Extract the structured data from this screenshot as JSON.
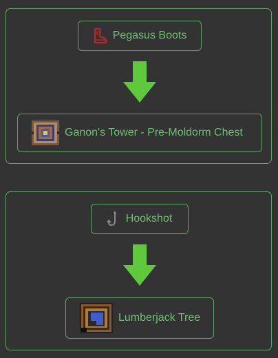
{
  "colors": {
    "background": "#333333",
    "accent_green": "#6fbf73",
    "border_green": "#5fa563",
    "arrow_green": "#5ec93a",
    "boots_red": "#c2262a"
  },
  "routes": [
    {
      "item": {
        "label": "Pegasus Boots",
        "icon": "boot-icon"
      },
      "location": {
        "label": "Ganon's Tower - Pre-Moldorm Chest",
        "icon": "dungeon-room-thumbnail"
      }
    },
    {
      "item": {
        "label": "Hookshot",
        "icon": "hook-icon"
      },
      "location": {
        "label": "Lumberjack Tree",
        "icon": "tree-room-thumbnail"
      }
    }
  ]
}
